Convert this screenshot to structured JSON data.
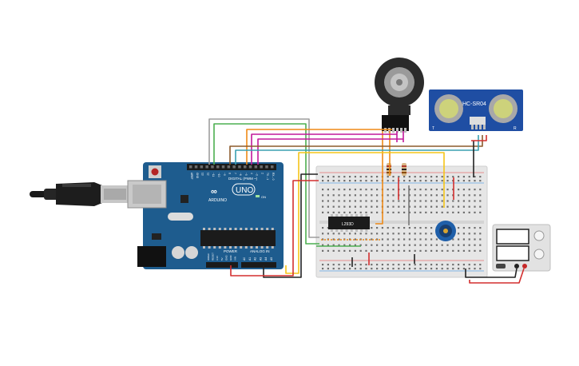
{
  "arduino": {
    "brand": "UNO",
    "maker": "ARDUINO",
    "digital_label": "DIGITAL (PWM ~)",
    "power_label": "POWER",
    "analog_label": "ANALOG IN",
    "on_label": "ON",
    "tx_label": "TX",
    "rx_label": "RX",
    "digital_pins": [
      "AREF",
      "GND",
      "13",
      "12",
      "~11",
      "~10",
      "~9",
      "8",
      "7",
      "~6",
      "~5",
      "4",
      "~3",
      "2",
      "TX→1",
      "RX←0"
    ],
    "power_pins": [
      "IOREF",
      "RESET",
      "3.3V",
      "5V",
      "GND",
      "GND",
      "VIN"
    ],
    "analog_pins": [
      "A0",
      "A1",
      "A2",
      "A3",
      "A4",
      "A5"
    ]
  },
  "chip": {
    "label": "L293D"
  },
  "sensor": {
    "label": "HC-SR04",
    "left_mark": "T",
    "right_mark": "R"
  },
  "colors": {
    "board": "#1e5c8e",
    "breadboard": "#e6e6e6",
    "wire_red": "#d32f2f",
    "wire_black": "#222222",
    "wire_green": "#4caf50",
    "wire_magenta": "#c2189b",
    "wire_orange": "#ef8a17",
    "wire_yellow": "#f5c518",
    "wire_brown": "#8b5a2b",
    "wire_teal": "#3aa0b0",
    "wire_gray": "#9e9e9e"
  }
}
